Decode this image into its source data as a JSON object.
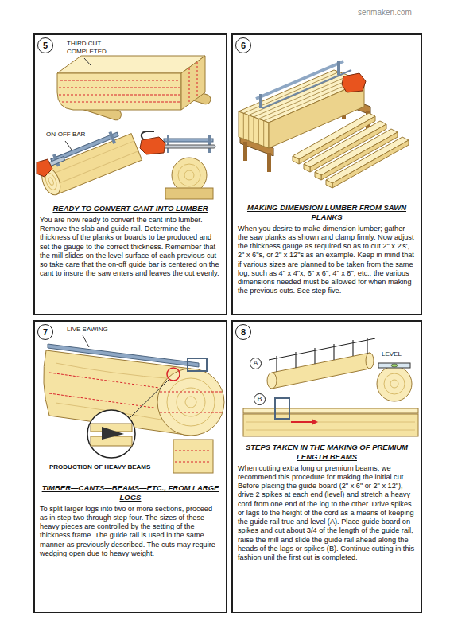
{
  "diagram": {
    "nodes": [
      {
        "text": [
          "READY TO CONVERT CANT INTO LUMBER",
          "You are now ready to convert the cant into lumber. Remove the slab and guide rail. Determine the thickness of the planks or boards to be produced and set the gauge to the correct thickness. Remember that the mill slides on the level surface of each previous cut so take care that the on-off guide bar is centered on the cant to insure the saw enters and leaves the cut evenly."
        ]
      },
      {
        "text": [
          "5"
        ],
        "in": 0
      },
      {
        "text": [
          "MAKING DIMENSION LUMBER FROM SAWN PLANKS",
          "When you desire to make dimension lumber; gather the saw planks as shown and clamp firmly. Now adjust the thickness gauge as required so as to cut 2\" x 2's', 2\" x 6\"s, or 2\" x 12\"s as an example. Keep in mind that if various sizes are planned to be taken from the same log, such as 4\" x 4\"x, 6\" x 6\", 4\" x 8\", etc., the various dimensions needed must be allowed for when making the previous cuts. See step five."
        ]
      },
      {
        "text": [
          "6"
        ],
        "in": 2
      },
      {
        "text": [
          "TIMBER—CANTS—BEAMS—ETC., FROM LARGE LOGS",
          "To split larger logs into two or more sections, proceed as in step two through step four. The sizes of these heavy pieces are controlled by the setting of the thickness frame. The guide rail is used in the same manner as previously described. The cuts may require wedging open due to heavy weight."
        ]
      },
      {
        "text": [
          "7"
        ],
        "in": 4
      },
      {
        "text": [
          "STEPS TAKEN IN THE MAKING OF PREMIUM LENGTH BEAMS",
          "When cutting extra long or premium beams, we recommend this procedure for making the initial cut. Before placing the guide board (2\" x 6\" or 2\" x 12\"), drive 2 spikes at each end (level) and stretch a heavy cord from one end of the log to the other. Drive spikes or lags to the height of the cord as a means of keeping the guide rail true and level (A). Place guide board on spikes and cut about 3/4 of the length of the guide rail, raise the mill and slide the guide rail ahead along the heads of the lags or spikes (B). Continue cutting in this fashion unil the first cut is completed."
        ]
      },
      {
        "text": [
          "8"
        ],
        "in": 6
      },
      {
        "text": [
          "A"
        ],
        "in": 6
      },
      {
        "text": [
          "B"
        ],
        "in": 6
      }
    ],
    "labels": [
      "senmaken.com",
      "THIRD CUT COMPLETED",
      "ON-OFF BAR",
      "LIVE SAWING",
      "PRODUCTION OF HEAVY BEAMS",
      "LEVEL"
    ]
  }
}
